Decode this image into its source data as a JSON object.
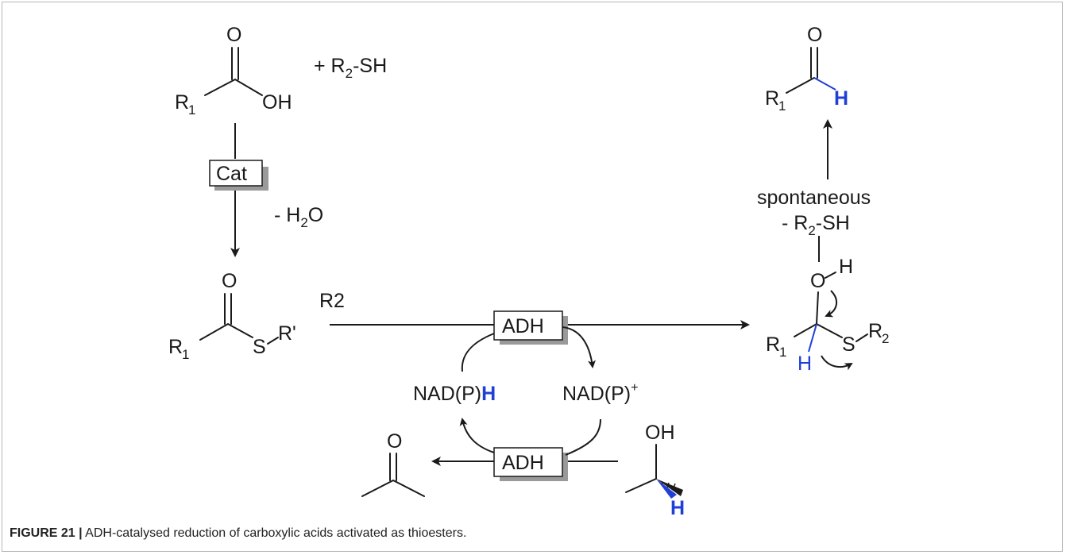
{
  "figure": {
    "caption_label": "FIGURE 21 |",
    "caption_text": " ADH-catalysed reduction of carboxylic acids activated as thioesters."
  },
  "reagents": {
    "plus_thiol": "+ R",
    "plus_thiol_sub": "2",
    "plus_thiol_tail": "-SH",
    "minus_water": "- H",
    "minus_water_sub": "2",
    "minus_water_tail": "O",
    "spontaneous": "spontaneous",
    "minus_thiol": "- R",
    "minus_thiol_sub": "2",
    "minus_thiol_tail": "-SH",
    "r2_label": "R2"
  },
  "boxes": {
    "cat": "Cat",
    "adh_top": "ADH",
    "adh_bottom": "ADH"
  },
  "cofactors": {
    "nadph_prefix": "NAD(P)",
    "nadph_h": "H",
    "nadp_prefix": "NAD(P)",
    "nadp_sup": "+"
  },
  "atoms": {
    "O": "O",
    "OH": "OH",
    "R": "R",
    "sub1": "1",
    "sub2": "2",
    "S": "S",
    "R_prime": "R'",
    "H": "H"
  },
  "colors": {
    "accent_blue": "#1f3fd6",
    "ink": "#1a1a1a"
  }
}
